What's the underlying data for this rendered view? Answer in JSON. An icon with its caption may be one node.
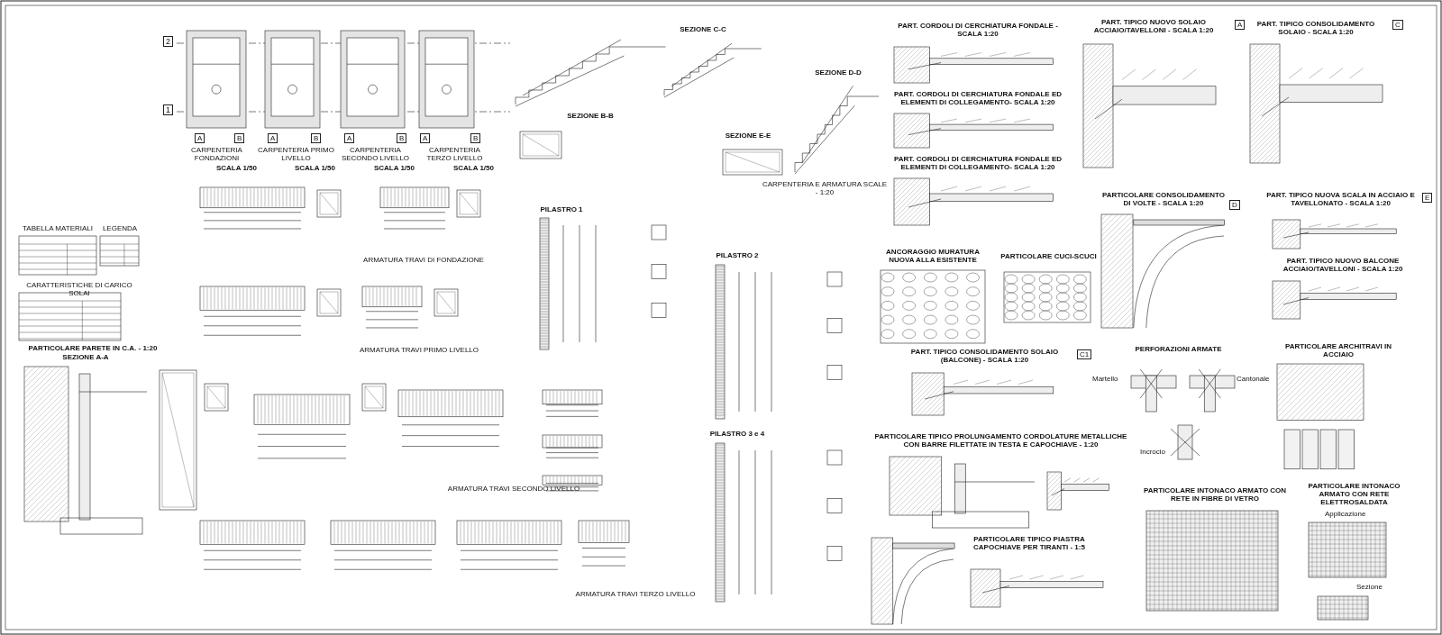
{
  "diagram": {
    "labels": [
      "SEZIONE C-C",
      "PART. CORDOLI DI CERCHIATURA FONDALE - SCALA 1:20",
      "PART. TIPICO NUOVO SOLAIO ACCIAIO/TAVELLONI - SCALA 1:20",
      "A",
      "PART. TIPICO CONSOLIDAMENTO SOLAIO - SCALA 1:20",
      "C",
      "2",
      "SEZIONE D-D",
      "PART. CORDOLI DI CERCHIATURA FONDALE ED ELEMENTI DI COLLEGAMENTO- SCALA 1:20",
      "1",
      "SEZIONE B-B",
      "A",
      "B",
      "A",
      "B",
      "A",
      "B",
      "A",
      "B",
      "SEZIONE E-E",
      "CARPENTERIA FONDAZIONI",
      "CARPENTERIA PRIMO LIVELLO",
      "CARPENTERIA SECONDO LIVELLO",
      "CARPENTERIA TERZO LIVELLO",
      "PART. CORDOLI DI CERCHIATURA FONDALE ED ELEMENTI DI COLLEGAMENTO- SCALA 1:20",
      "SCALA 1/50",
      "SCALA 1/50",
      "SCALA 1/50",
      "SCALA 1/50",
      "CARPENTERIA E ARMATURA SCALE - 1:20",
      "PARTICOLARE CONSOLIDAMENTO DI VOLTE - SCALA 1:20",
      "D",
      "PART. TIPICO NUOVA SCALA IN ACCIAIO E TAVELLONATO - SCALA 1:20",
      "E",
      "PILASTRO 1",
      "TABELLA MATERIALI",
      "LEGENDA",
      "ARMATURA TRAVI DI FONDAZIONE",
      "PILASTRO 2",
      "ANCORAGGIO MURATURA NUOVA ALLA ESISTENTE",
      "PARTICOLARE CUCI-SCUCI",
      "PART. TIPICO NUOVO BALCONE ACCIAIO/TAVELLONI - SCALA 1:20",
      "CARATTERISTICHE DI CARICO SOLAI",
      "PARTICOLARE PARETE IN C.A. - 1:20",
      "ARMATURA TRAVI PRIMO LIVELLO",
      "PART. TIPICO CONSOLIDAMENTO SOLAIO (BALCONE) - SCALA 1:20",
      "C1",
      "PERFORAZIONI ARMATE",
      "PARTICOLARE ARCHITRAVI IN ACCIAIO",
      "SEZIONE A-A",
      "Martello",
      "Cantonale",
      "PILASTRO 3 e 4",
      "PARTICOLARE TIPICO PROLUNGAMENTO CORDOLATURE METALLICHE CON BARRE FILETTATE IN TESTA E CAPOCHIAVE - 1:20",
      "Incrocio",
      "ARMATURA TRAVI SECONDO LIVELLO",
      "PARTICOLARE INTONACO ARMATO CON RETE IN FIBRE DI VETRO",
      "PARTICOLARE INTONACO ARMATO CON RETE ELETTROSALDATA",
      "Applicazione",
      "PARTICOLARE TIPICO PIASTRA CAPOCHIAVE PER TIRANTI - 1:5",
      "Sezione",
      "ARMATURA TRAVI TERZO LIVELLO"
    ]
  }
}
